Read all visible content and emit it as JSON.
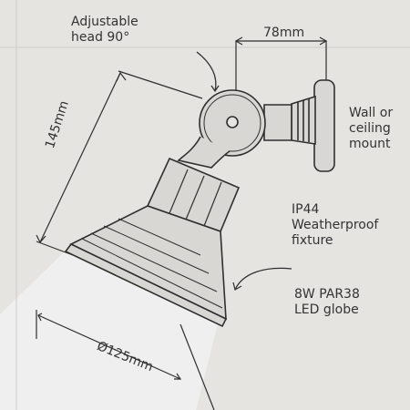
{
  "colors": {
    "background": "#e6e4e1",
    "line": "#2f2f2f",
    "fixture_fill": "#d9d7d3",
    "light_beam": "#f1f2f2"
  },
  "labels": {
    "adjustable_head": [
      "Adjustable",
      "head 90°"
    ],
    "wall_mount": [
      "Wall or",
      "ceiling",
      "mount"
    ],
    "weatherproof": [
      "IP44",
      "Weatherproof",
      "fixture"
    ],
    "globe": [
      "8W PAR38",
      "LED globe"
    ]
  },
  "dimensions": {
    "depth": "78mm",
    "height": "145mm",
    "diameter": "Ø125mm"
  }
}
